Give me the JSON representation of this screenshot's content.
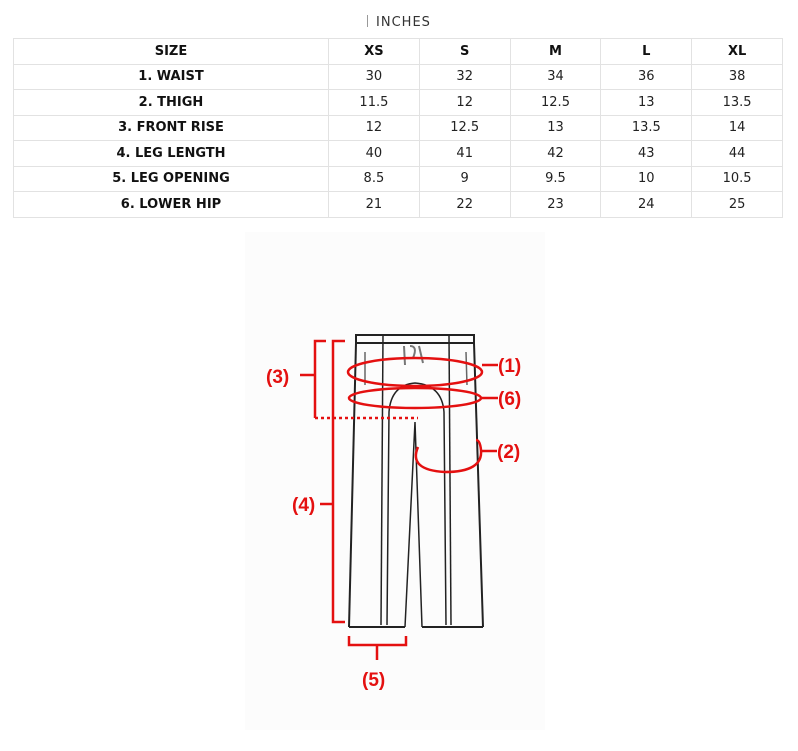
{
  "unit_label": "INCHES",
  "table": {
    "header": [
      "SIZE",
      "XS",
      "S",
      "M",
      "L",
      "XL"
    ],
    "rows": [
      {
        "label": "1. WAIST",
        "values": [
          "30",
          "32",
          "34",
          "36",
          "38"
        ]
      },
      {
        "label": "2. THIGH",
        "values": [
          "11.5",
          "12",
          "12.5",
          "13",
          "13.5"
        ]
      },
      {
        "label": "3. FRONT RISE",
        "values": [
          "12",
          "12.5",
          "13",
          "13.5",
          "14"
        ]
      },
      {
        "label": "4. LEG LENGTH",
        "values": [
          "40",
          "41",
          "42",
          "43",
          "44"
        ]
      },
      {
        "label": "5. LEG OPENING",
        "values": [
          "8.5",
          "9",
          "9.5",
          "10",
          "10.5"
        ]
      },
      {
        "label": "6. LOWER HIP",
        "values": [
          "21",
          "22",
          "23",
          "24",
          "25"
        ]
      }
    ]
  },
  "diagram": {
    "labels": {
      "waist": "(1)",
      "thigh": "(2)",
      "front_rise": "(3)",
      "leg_length": "(4)",
      "leg_opening": "(5)",
      "lower_hip": "(6)"
    },
    "accent_color": "#e41010"
  }
}
